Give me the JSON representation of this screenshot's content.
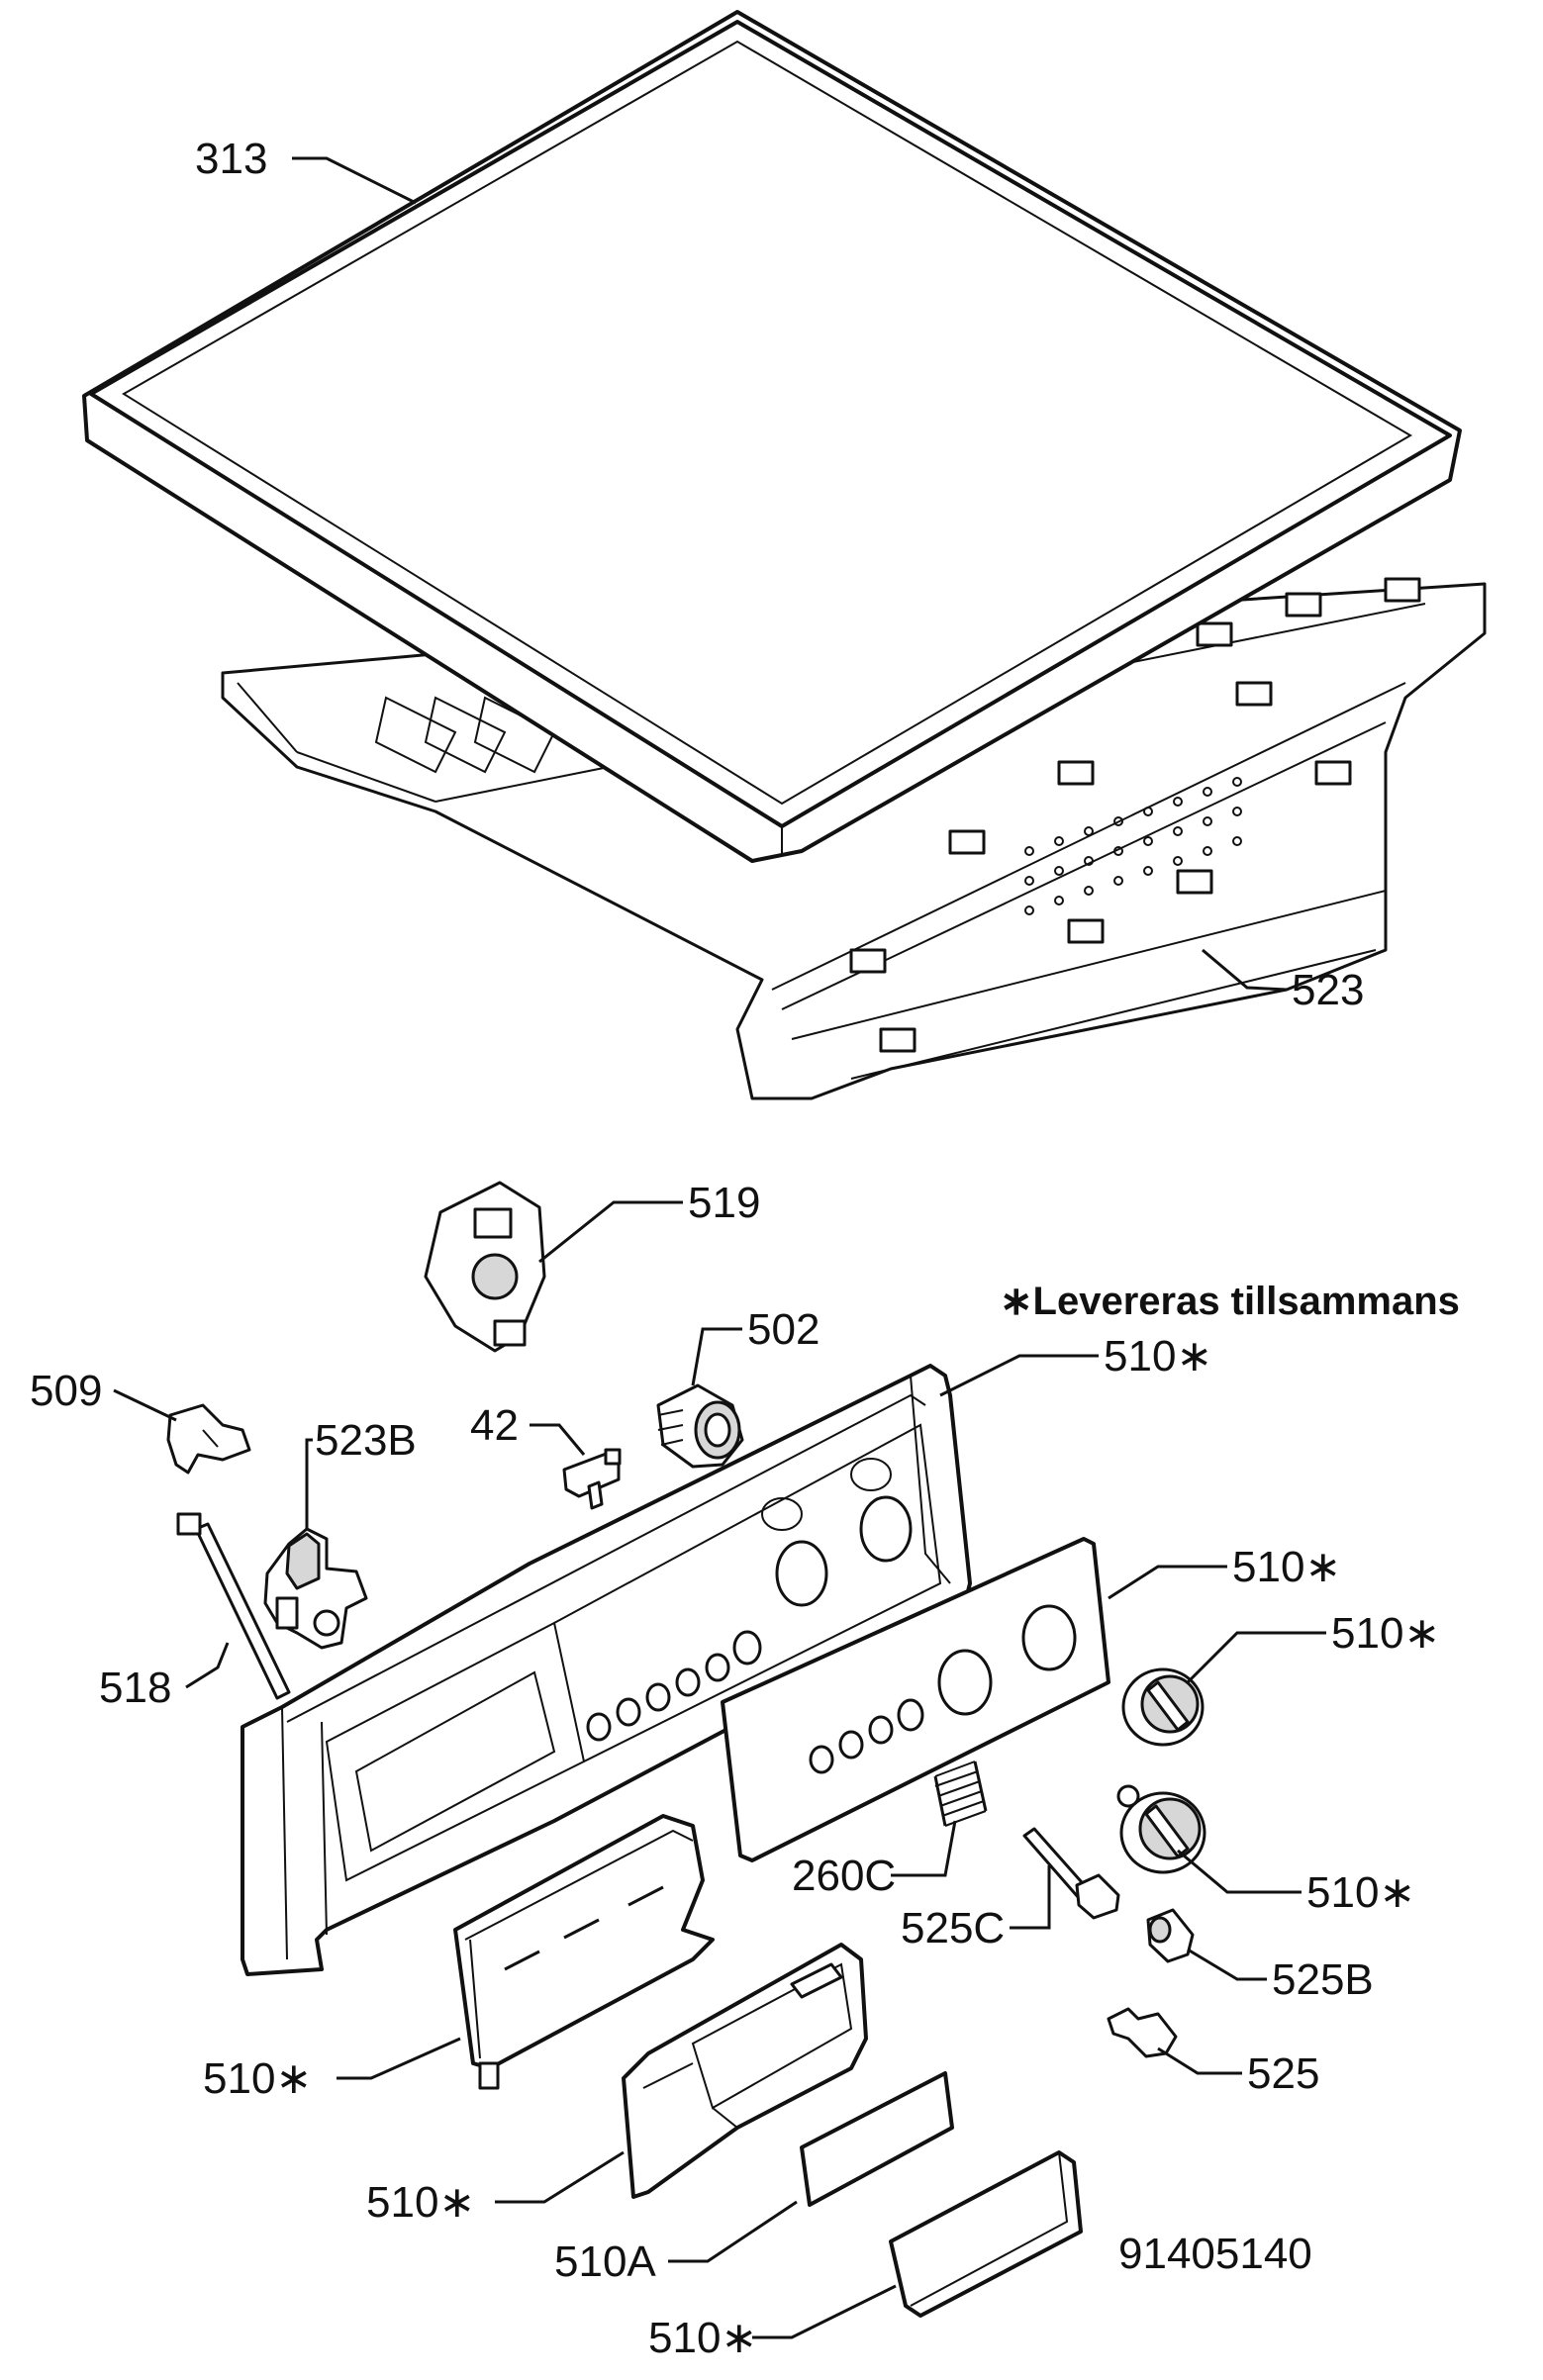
{
  "drawing_number": "91405140",
  "note": "∗Levereras tillsammans",
  "callouts": [
    {
      "id": "313",
      "text": "313"
    },
    {
      "id": "523",
      "text": "523"
    },
    {
      "id": "519",
      "text": "519"
    },
    {
      "id": "502",
      "text": "502"
    },
    {
      "id": "509",
      "text": "509"
    },
    {
      "id": "42",
      "text": "42"
    },
    {
      "id": "523b",
      "text": "523B"
    },
    {
      "id": "518",
      "text": "518"
    },
    {
      "id": "510-panel",
      "text": "510∗"
    },
    {
      "id": "510-bezel",
      "text": "510∗"
    },
    {
      "id": "510-knob-top",
      "text": "510∗"
    },
    {
      "id": "510-knob-bottom",
      "text": "510∗"
    },
    {
      "id": "260c",
      "text": "260C"
    },
    {
      "id": "525c",
      "text": "525C"
    },
    {
      "id": "525b",
      "text": "525B"
    },
    {
      "id": "525",
      "text": "525"
    },
    {
      "id": "510-drawer-front",
      "text": "510∗"
    },
    {
      "id": "510-drawer",
      "text": "510∗"
    },
    {
      "id": "510a",
      "text": "510A"
    },
    {
      "id": "510-handle",
      "text": "510∗"
    }
  ]
}
